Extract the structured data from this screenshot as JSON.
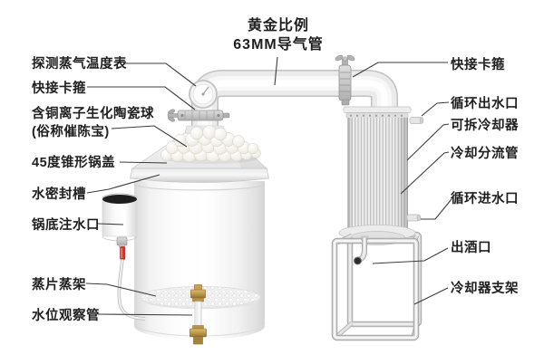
{
  "diagram": {
    "title_note": "",
    "top_label": {
      "line1": "黄金比例",
      "line2": "63MM导气管"
    },
    "left_labels": [
      {
        "id": "temp-gauge",
        "text": "探测蒸气温度表"
      },
      {
        "id": "clamp-left",
        "text": "快接卡箍"
      },
      {
        "id": "ceramic-balls",
        "text": "含铜离子生化陶瓷球",
        "text2": "(俗称催陈宝)"
      },
      {
        "id": "cone-lid",
        "text": "45度锥形锅盖"
      },
      {
        "id": "water-seal",
        "text": "水密封槽"
      },
      {
        "id": "water-inlet",
        "text": "锅底注水口"
      },
      {
        "id": "steam-rack",
        "text": "蒸片蒸架"
      },
      {
        "id": "level-tube",
        "text": "水位观察管"
      }
    ],
    "right_labels": [
      {
        "id": "clamp-right",
        "text": "快接卡箍"
      },
      {
        "id": "circ-out",
        "text": "循环出水口"
      },
      {
        "id": "cooler",
        "text": "可拆冷却器"
      },
      {
        "id": "diverter",
        "text": "冷却分流管"
      },
      {
        "id": "circ-in",
        "text": "循环进水口"
      },
      {
        "id": "liquor-out",
        "text": "出酒口"
      },
      {
        "id": "stand",
        "text": "冷却器支架"
      }
    ],
    "colors": {
      "text": "#1f1f1f",
      "leader_line": "#3d3d3d",
      "brass": "#b3914f",
      "red_tube": "#d63426",
      "dark_opening": "#1e1e1e",
      "metal_light": "#efefef",
      "metal_edge": "#c4c4c4"
    }
  }
}
